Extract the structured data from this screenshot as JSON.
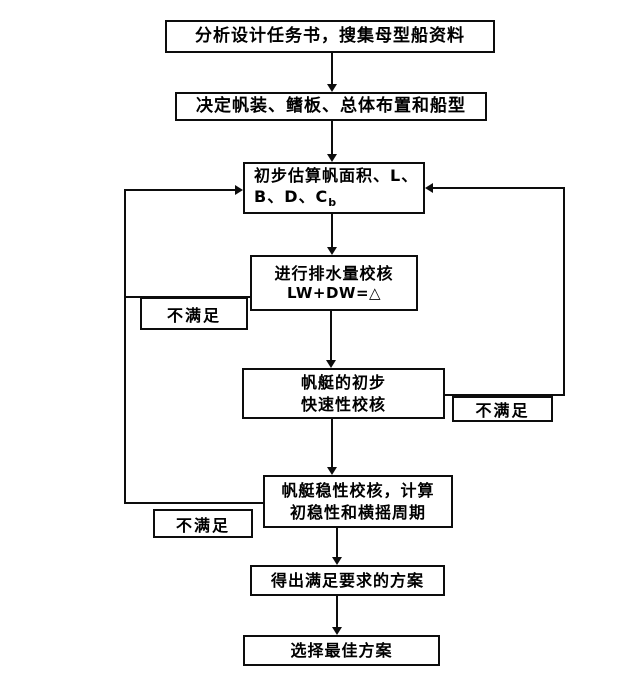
{
  "diagram": {
    "background_color": "#ffffff",
    "line_color": "#0d0d0d",
    "text_color": "#000000",
    "nodes": [
      {
        "id": "analyze-task",
        "lines": [
          "分析设计任务书，搜集母型船资料"
        ]
      },
      {
        "id": "decide-rig",
        "lines": [
          "决定帆装、鳍板、总体布置和船型"
        ]
      },
      {
        "id": "estimate-sail-area",
        "lines": [
          "初步估算帆面积、L、",
          "B、D、C"
        ],
        "subscript": "b"
      },
      {
        "id": "displacement-check",
        "lines": [
          "进行排水量校核",
          "LW+DW=△"
        ]
      },
      {
        "id": "speed-check",
        "lines": [
          "帆艇的初步",
          "快速性校核"
        ]
      },
      {
        "id": "stability-check",
        "lines": [
          "帆艇稳性校核，计算",
          "初稳性和横摇周期"
        ]
      },
      {
        "id": "satisfying-scheme",
        "lines": [
          "得出满足要求的方案"
        ]
      },
      {
        "id": "best-scheme",
        "lines": [
          "选择最佳方案"
        ]
      }
    ],
    "edge_labels": [
      {
        "id": "not-satisfied-left-upper",
        "text": "不满足"
      },
      {
        "id": "not-satisfied-right",
        "text": "不满足"
      },
      {
        "id": "not-satisfied-left-lower",
        "text": "不满足"
      }
    ],
    "edges": [
      {
        "from": "analyze-task",
        "to": "decide-rig"
      },
      {
        "from": "decide-rig",
        "to": "estimate-sail-area"
      },
      {
        "from": "estimate-sail-area",
        "to": "displacement-check"
      },
      {
        "from": "displacement-check",
        "to": "speed-check"
      },
      {
        "from": "speed-check",
        "to": "stability-check"
      },
      {
        "from": "stability-check",
        "to": "satisfying-scheme"
      },
      {
        "from": "satisfying-scheme",
        "to": "best-scheme"
      },
      {
        "from": "displacement-check",
        "to": "estimate-sail-area",
        "label": "不满足",
        "side": "left"
      },
      {
        "from": "speed-check",
        "to": "estimate-sail-area",
        "label": "不满足",
        "side": "right"
      },
      {
        "from": "stability-check",
        "to": "estimate-sail-area",
        "label": "不满足",
        "side": "left"
      }
    ]
  }
}
